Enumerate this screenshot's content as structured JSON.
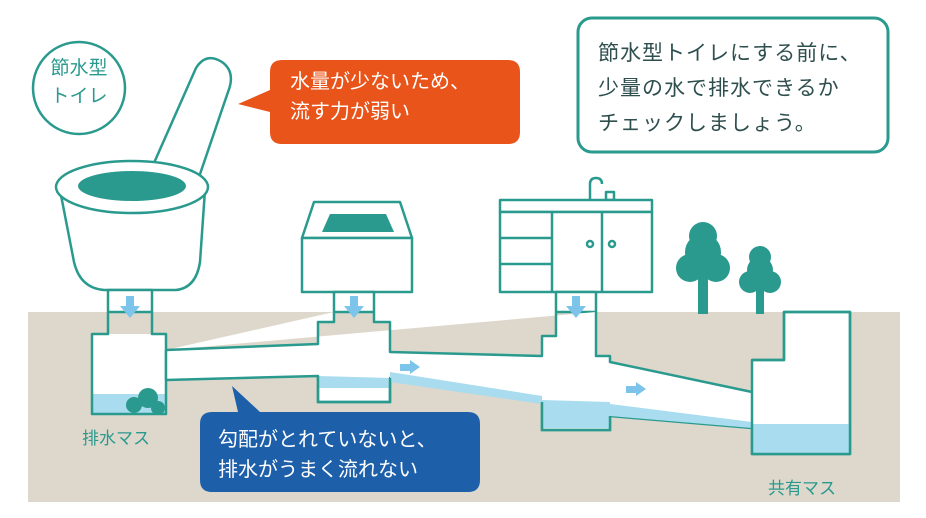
{
  "labels": {
    "toilet_type": [
      "節水型",
      "トイレ"
    ],
    "orange_callout": [
      "水量が少ないため、",
      "流す力が弱い"
    ],
    "tip_box": [
      "節水型トイレにする前に、",
      "少量の水で排水できるか",
      "チェックしましょう。"
    ],
    "blue_callout": [
      "勾配がとれていないと、",
      "排水がうまく流れない"
    ],
    "left_basin": "排水マス",
    "right_basin": "共有マス"
  },
  "icons": [
    "toilet-icon",
    "washing-machine-icon",
    "sink-cabinet-icon",
    "tree-icon",
    "flow-arrow-icon",
    "debris-icon"
  ],
  "colors": {
    "teal": "#2a9a8e",
    "ground": "#ded8cc",
    "water": "#a8dcee",
    "flow_arrow": "#7cc4ea",
    "orange_callout": "#e9541a",
    "blue_callout": "#1e5faa",
    "tip_border": "#2a9a8e"
  }
}
